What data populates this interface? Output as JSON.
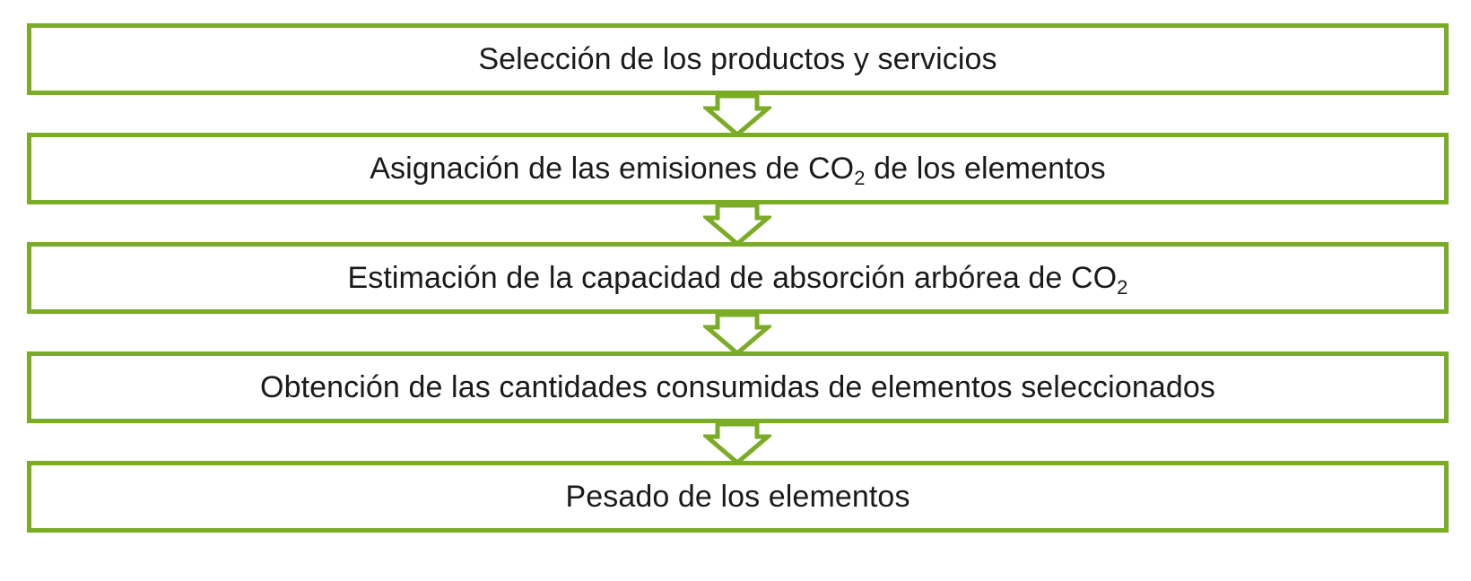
{
  "diagram": {
    "accent_color": "#7aac25",
    "steps": [
      {
        "text": "Selección de los productos y servicios",
        "sub": "",
        "suffix": ""
      },
      {
        "text": "Asignación de las emisiones de CO",
        "sub": "2",
        "suffix": " de los elementos"
      },
      {
        "text": "Estimación de la capacidad de absorción arbórea de CO",
        "sub": "2",
        "suffix": ""
      },
      {
        "text": "Obtención de las cantidades consumidas de elementos seleccionados",
        "sub": "",
        "suffix": ""
      },
      {
        "text": "Pesado de los elementos",
        "sub": "",
        "suffix": ""
      }
    ],
    "connector_icon": "down-arrow-icon"
  }
}
